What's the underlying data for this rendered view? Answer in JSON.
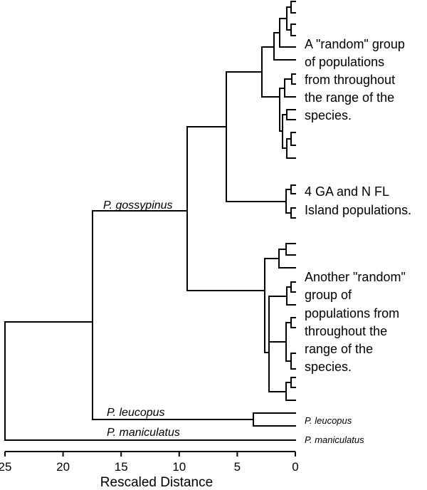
{
  "axis": {
    "title": "Rescaled Distance",
    "ticks": [
      "25",
      "20",
      "15",
      "10",
      "5",
      "0"
    ],
    "range": [
      25,
      0
    ]
  },
  "taxa": {
    "gossypinus": "P. gossypinus",
    "leucopus_branch": "P. leucopus",
    "maniculatus_branch": "P. maniculatus",
    "leucopus_leaf": "P. leucopus",
    "maniculatus_leaf": "P. maniculatus"
  },
  "annotations": {
    "group1": [
      "A \"random\" group",
      "of populations",
      "from throughout",
      "the range of the",
      "species."
    ],
    "group2": [
      "4 GA and N FL",
      "Island populations."
    ],
    "group3": [
      "Another \"random\"",
      "group of",
      "populations from",
      "throughout the",
      "range of the",
      "species."
    ]
  },
  "colors": {
    "lines": "#000000",
    "background": "#ffffff"
  }
}
